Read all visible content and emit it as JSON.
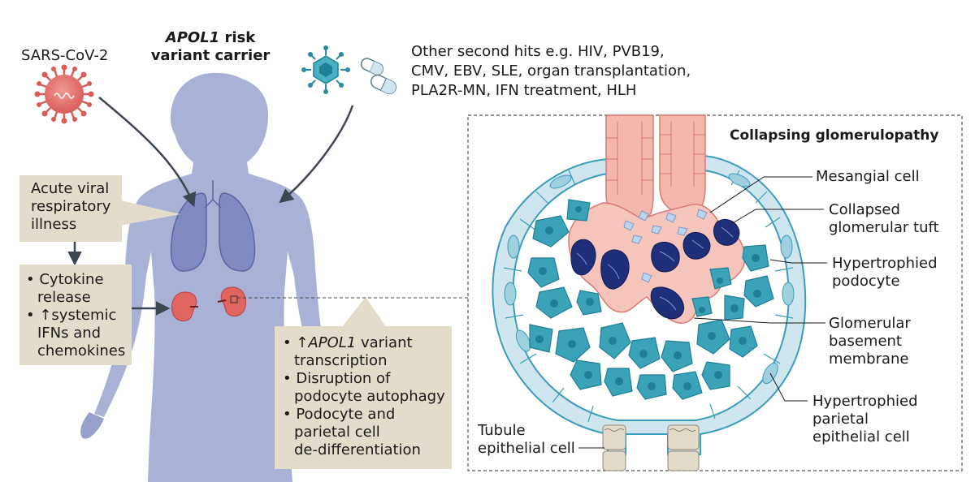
{
  "virus_label": "SARS-CoV-2",
  "carrier": {
    "gene": "APOL1",
    "line1_rest": " risk",
    "line2": "variant carrier"
  },
  "second_hits": {
    "line1": "Other second hits e.g. HIV, PVB19,",
    "line2": "CMV, EBV, SLE, organ transplantation,",
    "line3": "PLA2R-MN, IFN treatment, HLH"
  },
  "box_illness": {
    "line1": "Acute viral",
    "line2": "respiratory",
    "line3": "illness"
  },
  "box_cytokine": {
    "b1_line1": "Cytokine",
    "b1_line2": "release",
    "b2_line1": "systemic",
    "b2_line2": "IFNs and",
    "b2_line3": "chemokines"
  },
  "box_apol1": {
    "b1_gene": "APOL1",
    "b1_rest": " variant",
    "b1_line2": "transcription",
    "b2_line1": "Disruption of",
    "b2_line2": "podocyte autophagy",
    "b3_line1": "Podocyte and",
    "b3_line2": "parietal cell",
    "b3_line3": "de-differentiation"
  },
  "glomerulus": {
    "title": "Collapsing glomerulopathy",
    "mesangial": "Mesangial cell",
    "collapsed_1": "Collapsed",
    "collapsed_2": "glomerular tuft",
    "hyper_podo_1": "Hypertrophied",
    "hyper_podo_2": "podocyte",
    "gbm_1": "Glomerular",
    "gbm_2": "basement",
    "gbm_3": "membrane",
    "hyper_pec_1": "Hypertrophied",
    "hyper_pec_2": "parietal",
    "hyper_pec_3": "epithelial cell",
    "tubule_1": "Tubule",
    "tubule_2": "epithelial cell"
  },
  "colors": {
    "body": "#a9b2d6",
    "box": "#e4dccb",
    "virus": "#e0726f",
    "podocyte": "#3aa3b8",
    "podocyte_nucleus": "#1f7f95",
    "tuft": "#f3b7ad",
    "mesangial_nucleus": "#1f2f7a",
    "capsule": "#cfe6ef",
    "arrow": "#3c4650"
  }
}
